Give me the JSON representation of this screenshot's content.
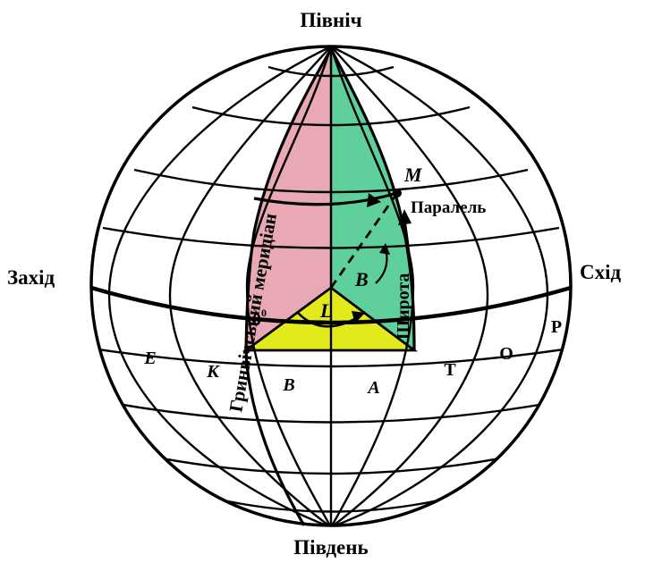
{
  "labels": {
    "north": "Північ",
    "south": "Південь",
    "west": "Захід",
    "east": "Схід",
    "parallel": "Паралель",
    "latitude": "Широта",
    "greenwich_meridian": "Гринвічський меридіан",
    "point_m": "M",
    "angle_b": "B",
    "angle_l": "L",
    "zero_degree": "0",
    "degree_mark": "0"
  },
  "equator_letters": [
    "Е",
    "К",
    "В",
    "А",
    "Т",
    "О",
    "Р"
  ],
  "colors": {
    "greenwich_sector": "#e8a9b4",
    "longitude_sector": "#5fcf9b",
    "equator_triangle": "#e3ea1c",
    "lines": "#000000"
  }
}
